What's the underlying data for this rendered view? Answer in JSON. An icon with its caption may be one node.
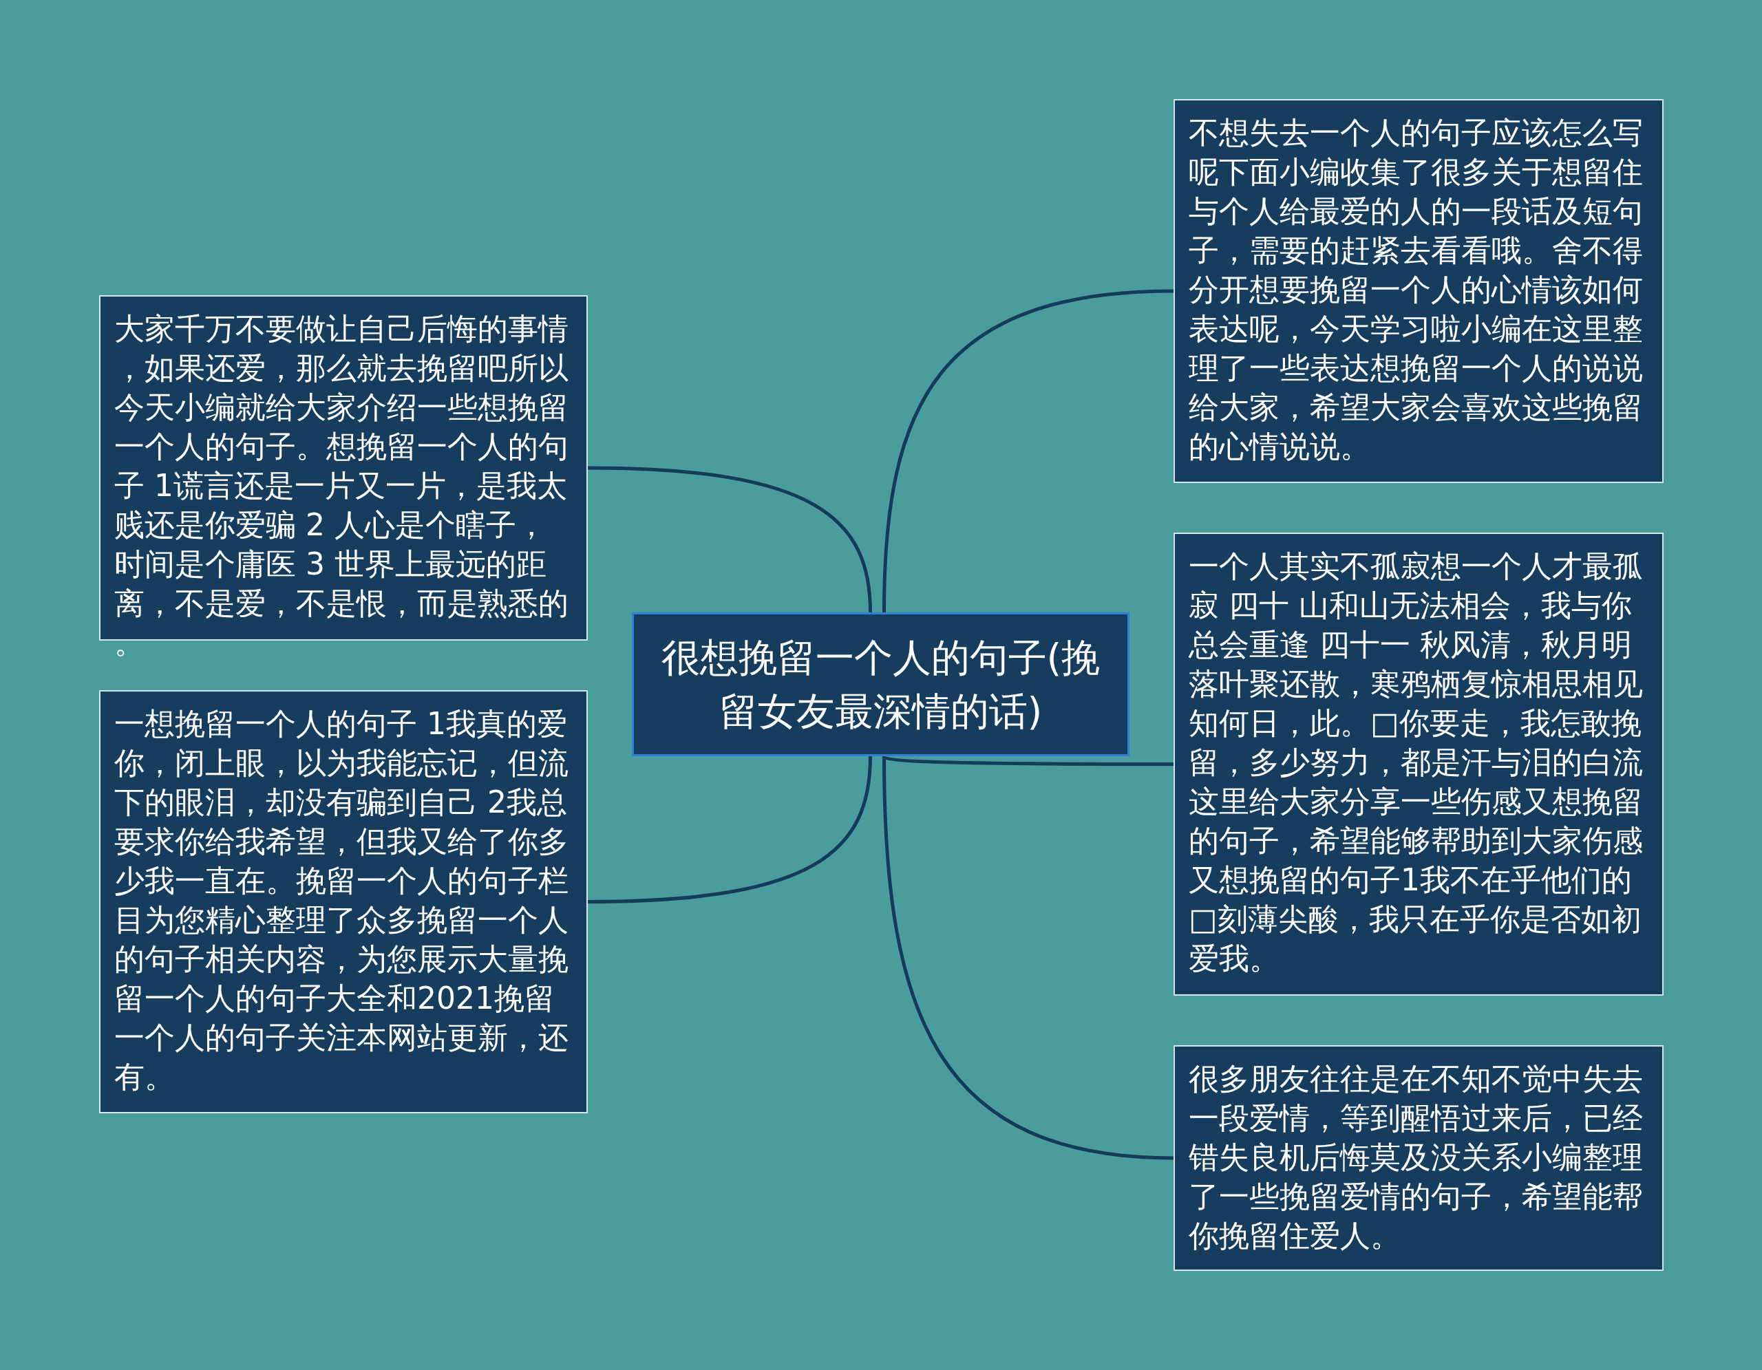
{
  "diagram": {
    "nodes": [
      {
        "text": [
          "很想挽留一个人的句子(挽留女友最深情的话)"
        ]
      },
      {
        "text": [
          "大家千万不要做让自己后悔的事情，如果还爱，那么就去挽留吧所以今天小编就给大家介绍一些想挽留一个人的句子。想挽留一个人的句子 1谎言还是一片又一片，是我太贱还是你爱骗 2 人心是个瞎子，时间是个庸医 3 世界上最远的距离，不是爱，不是恨，而是熟悉的。"
        ]
      },
      {
        "text": [
          "一想挽留一个人的句子 1我真的爱你，闭上眼，以为我能忘记，但流下的眼泪，却没有骗到自己 2我总要求你给我希望，但我又给了你多少我一直在。挽留一个人的句子栏目为您精心整理了众多挽留一个人的句子相关内容，为您展示大量挽留一个人的句子大全和2021挽留一个人的句子关注本网站更新，还有。"
        ]
      },
      {
        "text": [
          "不想失去一个人的句子应该怎么写呢下面小编收集了很多关于想留住与个人给最爱的人的一段话及短句子，需要的赶紧去看看哦。舍不得分开想要挽留一个人的心情该如何表达呢，今天学习啦小编在这里整理了一些表达想挽留一个人的说说给大家，希望大家会喜欢这些挽留的心情说说。"
        ]
      },
      {
        "text": [
          "一个人其实不孤寂想一个人才最孤寂 四十 山和山无法相会，我与你总会重逢 四十一 秋风清，秋月明落叶聚还散，寒鸦栖复惊相思相见知何日，此。□你要走，我怎敢挽留，多少努力，都是汗与泪的白流这里给大家分享一些伤感又想挽留的句子，希望能够帮助到大家伤感又想挽留的句子1我不在乎他们的□刻薄尖酸，我只在乎你是否如初爱我。"
        ]
      },
      {
        "text": [
          "很多朋友往往是在不知不觉中失去一段爱情，等到醒悟过来后，已经错失良机后悔莫及没关系小编整理了一些挽留爱情的句子，希望能帮你挽留住爱人。"
        ]
      }
    ],
    "edges": [
      {
        "from": 0,
        "to": 1,
        "arrow": "none"
      },
      {
        "from": 0,
        "to": 2,
        "arrow": "none"
      },
      {
        "from": 0,
        "to": 3,
        "arrow": "none"
      },
      {
        "from": 0,
        "to": 4,
        "arrow": "none"
      },
      {
        "from": 0,
        "to": 5,
        "arrow": "none"
      }
    ]
  }
}
